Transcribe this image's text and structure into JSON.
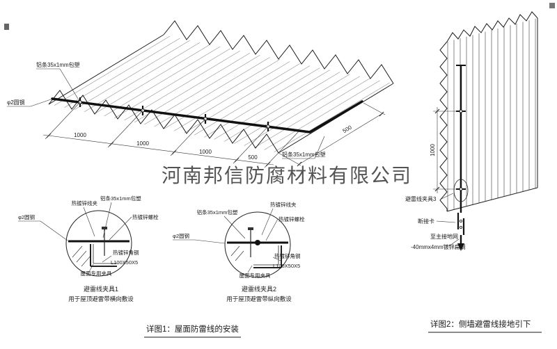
{
  "watermark": "河南邦信防腐材料有限公司",
  "colors": {
    "line": "#1a1a1a",
    "red": "#cc2222",
    "watermark": "#9a9a9a"
  },
  "roof": {
    "label_strip_top": "铝条35x1mm包塑",
    "label_rod": "φ2圆钢",
    "label_strip_bottom": "铝条35x1mm包塑",
    "dims": [
      "1000",
      "1000",
      "1000",
      "500"
    ],
    "dim_side": "500"
  },
  "detail1": {
    "label_clamp": "热镀锌线夹",
    "label_strip": "铝条35x1mm包塑",
    "label_bolt": "热镀锌螺栓",
    "label_rod": "φ2圆钢",
    "label_angle": "热镀锌角钢",
    "label_angle_size": "L100X50X5",
    "label_fixture": "屋面专用夹具",
    "title": "避雷线夹具1",
    "subtitle": "用于屋顶避雷带横向敷设"
  },
  "detail2": {
    "label_strip": "铝条35x1mm包塑",
    "label_clamp": "热镀锌线夹",
    "label_bolt": "热镀锌螺栓",
    "label_rod": "φ2圆钢",
    "label_angle": "热镀锌角钢",
    "label_angle_size": "L100X50X5",
    "label_fixture": "屋面专用夹具",
    "title": "避雷线夹具2",
    "subtitle": "用于屋顶避雷带纵向敷设"
  },
  "caption_detail1": "详图1：屋面防雷线的安装",
  "wall": {
    "dim": "1000",
    "label_clamp": "避雷线夹具3",
    "label_disconnect": "断接卡",
    "label_ground": "至主接地网",
    "label_flat": "-40mmx4mm镀锌扁钢"
  },
  "caption_detail2": "详图2：侧墙避雷线接地引下"
}
